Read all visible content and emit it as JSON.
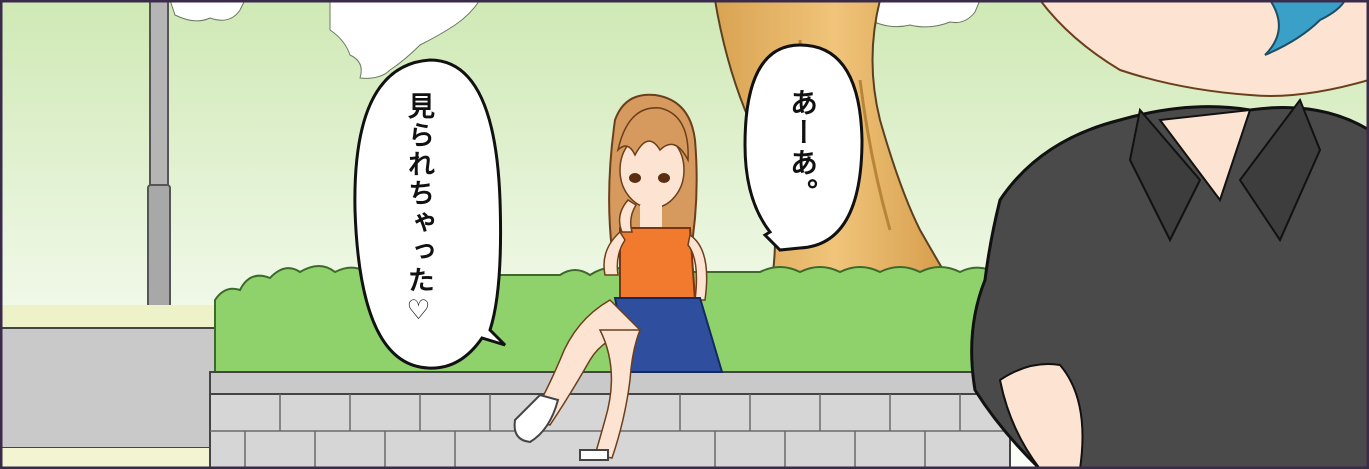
{
  "panel": {
    "bubbles": {
      "left": {
        "text": "見られちゃった♡"
      },
      "right": {
        "text": "あーあ。"
      }
    }
  },
  "colors": {
    "sky": "#e8f5dc",
    "foliage": "#8fd16a",
    "wall_top": "#c8c8c8",
    "wall_bricks": "#d5d5d5",
    "tree_trunk": "#e8b86a",
    "shirt": "#4a4a4a",
    "girl_hair": "#d79a5e",
    "girl_top": "#f27a2e",
    "girl_skirt": "#2f4f9e",
    "boy_hair": "#3aa0c8",
    "panel_border": "#3a2b4a"
  },
  "characters": [
    {
      "name": "girl",
      "pose": "sitting-crossed-legs"
    },
    {
      "name": "boy",
      "pose": "back-view-foreground"
    }
  ]
}
